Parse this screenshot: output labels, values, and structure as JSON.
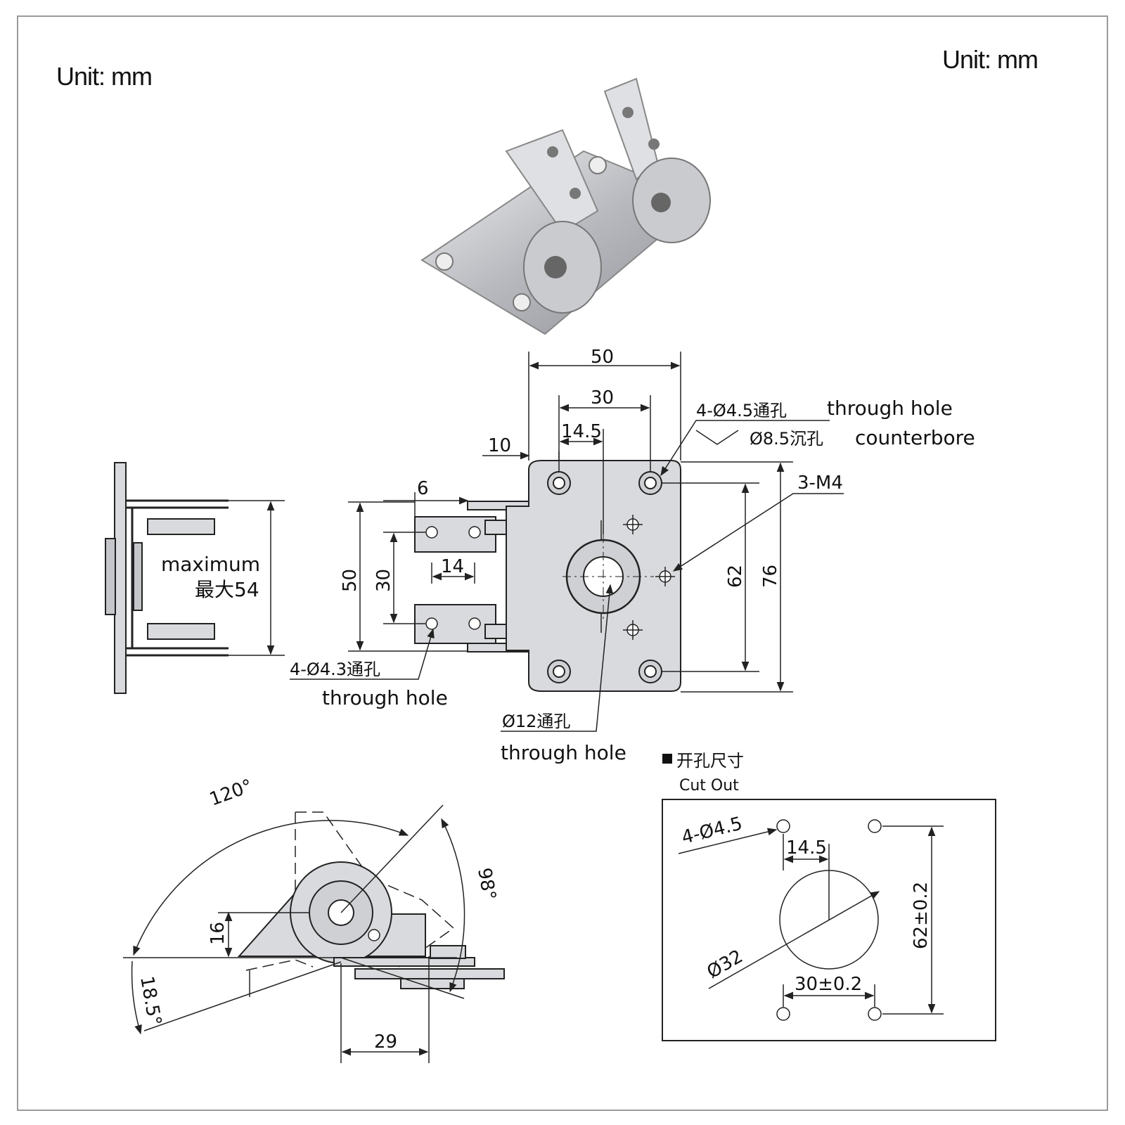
{
  "header": {
    "unit_left": "Unit: mm",
    "unit_right": "Unit: mm"
  },
  "front_view": {
    "dim_50_top": "50",
    "dim_30_top": "30",
    "dim_14_5": "14.5",
    "dim_10": "10",
    "dim_6": "6",
    "dim_14": "14",
    "dim_50_left": "50",
    "dim_30_left": "30",
    "dim_62": "62",
    "dim_76": "76",
    "hole_4_45_cn": "4-Ø4.5通孔",
    "hole_4_45_en": "through hole",
    "counterbore_cn": "Ø8.5沉孔",
    "counterbore_en": "counterbore",
    "thread": "3-M4",
    "hole_4_43_cn": "4-Ø4.3通孔",
    "hole_4_43_en": "through hole",
    "hole_12_cn": "Ø12通孔",
    "hole_12_en": "through hole"
  },
  "side_view": {
    "max_en": "maximum",
    "max_cn": "最大54"
  },
  "angle_view": {
    "angle_120": "120°",
    "angle_98": "98°",
    "angle_18_5": "18.5°",
    "dim_16": "16",
    "dim_29": "29"
  },
  "cutout": {
    "title_cn": "开孔尺寸",
    "title_en": "Cut Out",
    "holes": "4-Ø4.5",
    "dim_14_5": "14.5",
    "dia_32": "Ø32",
    "dim_62": "62±0.2",
    "dim_30": "30±0.2"
  },
  "colors": {
    "metal": "#d9dadd",
    "metal_dark": "#a9abb0",
    "line": "#222222"
  }
}
